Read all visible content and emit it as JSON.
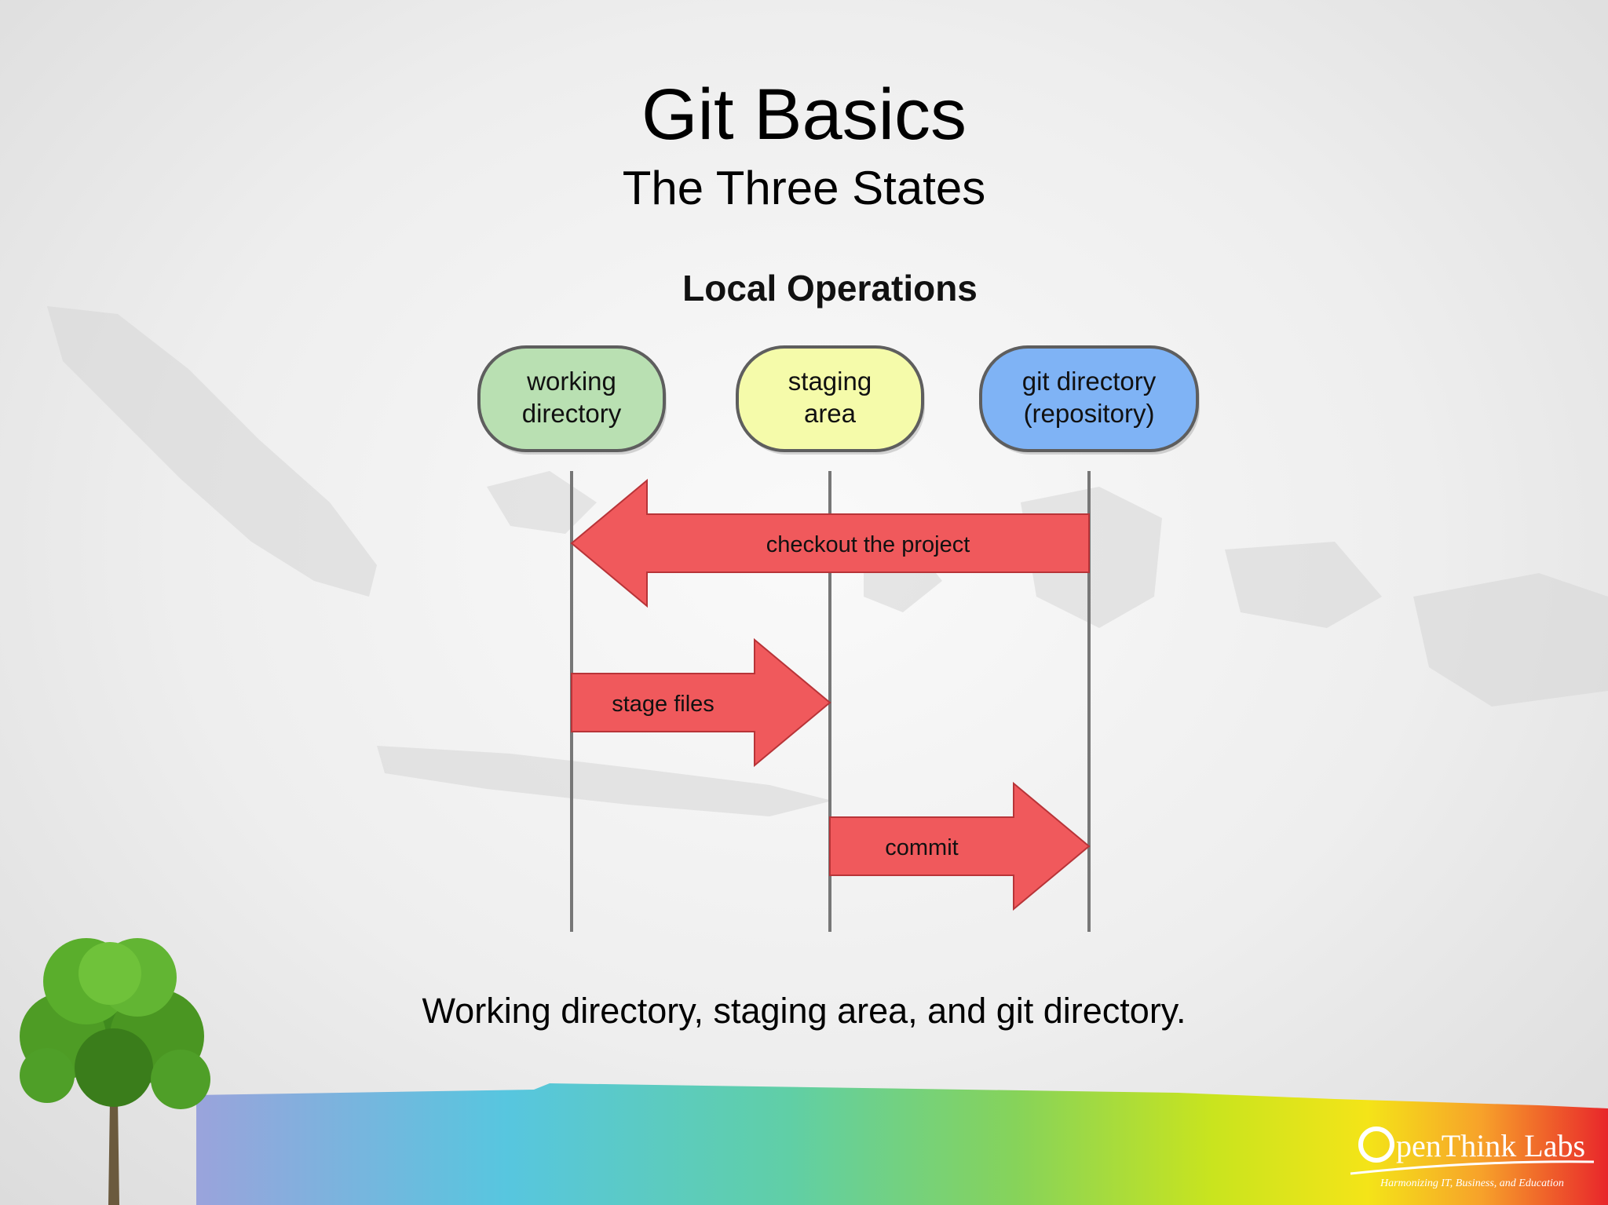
{
  "slide": {
    "title": "Git Basics",
    "subtitle": "The Three States",
    "caption": "Working directory, staging area, and git directory."
  },
  "diagram": {
    "heading": "Local Operations",
    "states": [
      {
        "line1": "working",
        "line2": "directory",
        "color": "#b9e0b2"
      },
      {
        "line1": "staging",
        "line2": "area",
        "color": "#f5fbaa"
      },
      {
        "line1": "git directory",
        "line2": "(repository)",
        "color": "#7fb3f5"
      }
    ],
    "operations": [
      {
        "label": "checkout the project",
        "from": 2,
        "to": 0
      },
      {
        "label": "stage files",
        "from": 0,
        "to": 1
      },
      {
        "label": "commit",
        "from": 1,
        "to": 2
      }
    ],
    "colors": {
      "arrow": "#f0595c",
      "arrow_stroke": "#b83438",
      "lifeline": "#777777"
    }
  },
  "branding": {
    "logo_icon": "ring-logo-icon",
    "logo_text": "penThink Labs",
    "tagline": "Harmonizing IT, Business, and Education"
  }
}
